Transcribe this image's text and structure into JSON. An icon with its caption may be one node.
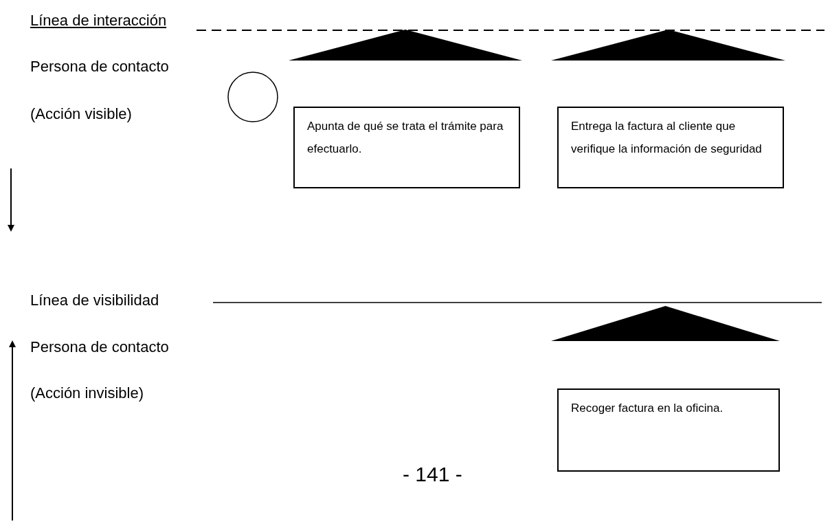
{
  "diagram": {
    "nodes": [
      {
        "text": [],
        "shape": "triangle"
      },
      {
        "text": [],
        "shape": "triangle"
      },
      {
        "text": [],
        "shape": "circle"
      },
      {
        "text": [
          "Apunta de qué se trata el trámite para efectuarlo."
        ]
      },
      {
        "text": [
          "Entrega la factura al cliente que verifique la información de seguridad"
        ]
      },
      {
        "text": [],
        "shape": "triangle"
      },
      {
        "text": [
          "Recoger factura en la oficina."
        ]
      }
    ],
    "labels": [
      "Línea de interacción",
      "Persona de contacto",
      "(Acción visible)",
      "Línea de visibilidad",
      "Persona de contacto",
      "(Acción invisible)",
      "- 141 -"
    ]
  }
}
